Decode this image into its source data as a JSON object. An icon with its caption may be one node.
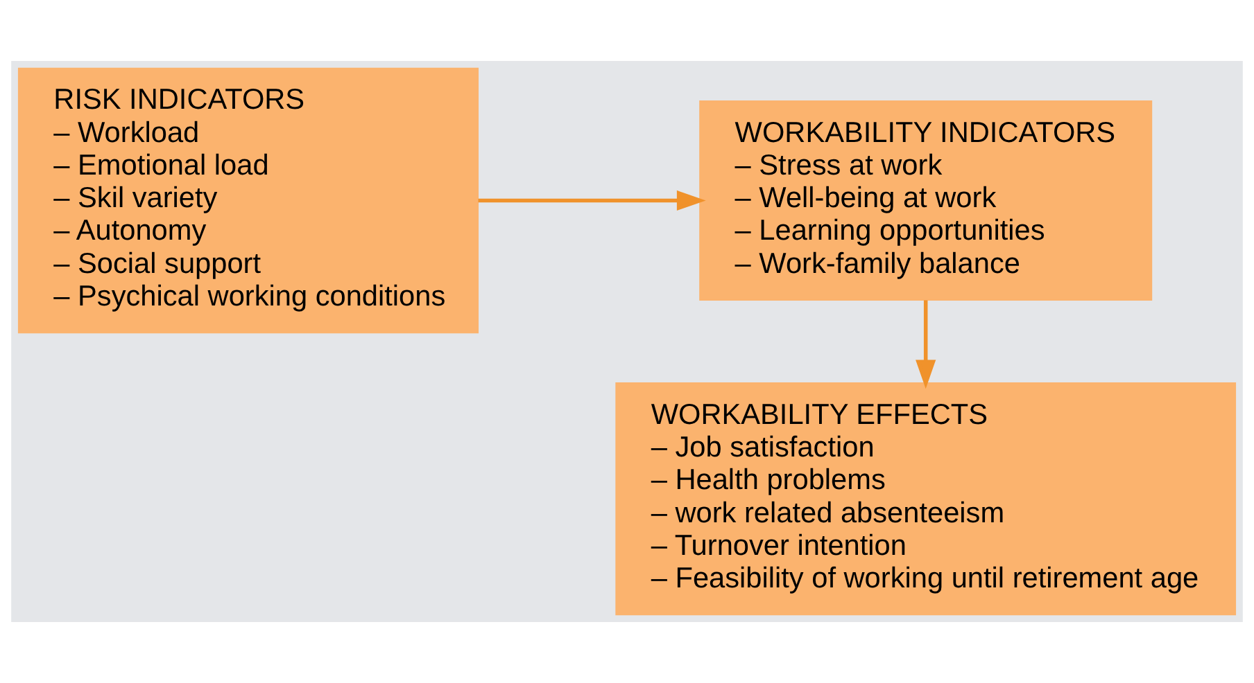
{
  "diagram": {
    "nodes": [
      {
        "text": [
          "RISK INDICATORS",
          "– Workload",
          "– Emotional load",
          "– Skil variety",
          "– Autonomy",
          "– Social support",
          "– Psychical working conditions"
        ]
      },
      {
        "text": [
          "WORKABILITY INDICATORS",
          "– Stress at work",
          "– Well-being at work",
          "– Learning opportunities",
          "– Work-family balance"
        ]
      },
      {
        "text": [
          "WORKABILITY EFFECTS",
          "– Job satisfaction",
          "– Health problems",
          "– work related absenteeism",
          "– Turnover intention",
          "– Feasibility of working until retirement age"
        ]
      }
    ],
    "edges": [
      {
        "from": 0,
        "to": 1,
        "arrow": "to"
      },
      {
        "from": 1,
        "to": 2,
        "arrow": "to"
      }
    ]
  }
}
